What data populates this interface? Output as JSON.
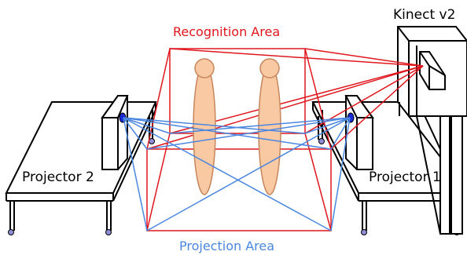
{
  "labels": {
    "recognition_area": "Recognition Area",
    "projection_area": "Projection Area",
    "kinect": "Kinect v2",
    "projector_2": "Projector 2",
    "projector_1": "Projector 1"
  },
  "colors": {
    "recognition": "#e0161d",
    "projection": "#4a86e0",
    "furniture": "#000000",
    "person_fill": "#f9c9a4",
    "person_stroke": "#c7865c",
    "lens": "#1a2bd6",
    "foot": "#8f8fd8"
  }
}
